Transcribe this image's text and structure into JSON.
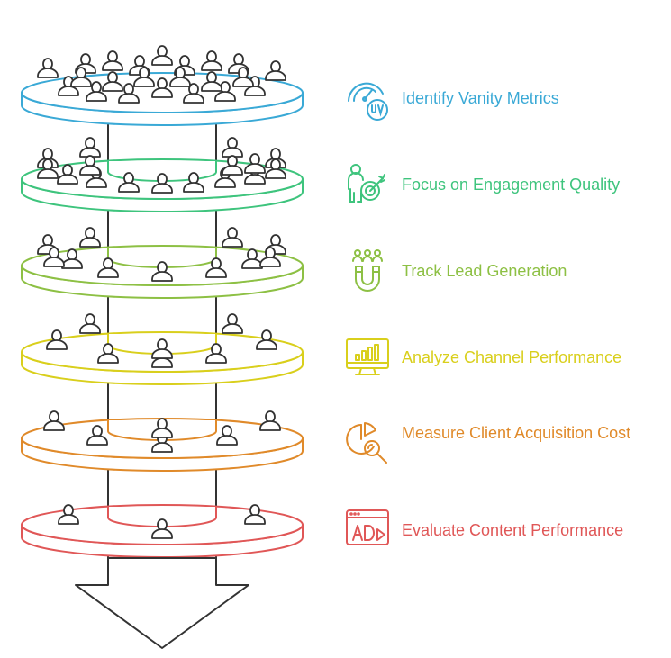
{
  "funnel": {
    "stages": [
      {
        "label": "Identify Vanity Metrics",
        "color": "#3aa9d6",
        "icon": "gauge-uv-icon",
        "people": 22
      },
      {
        "label": "Focus on Engagement Quality",
        "color": "#3ec47d",
        "icon": "person-target-icon",
        "people": 16
      },
      {
        "label": "Track Lead Generation",
        "color": "#8dc044",
        "icon": "magnet-people-icon",
        "people": 11
      },
      {
        "label": "Analyze Channel Performance",
        "color": "#d9cf1c",
        "icon": "monitor-chart-icon",
        "people": 8
      },
      {
        "label": "Measure Client Acquisition Cost",
        "color": "#e08a2a",
        "icon": "pie-magnifier-icon",
        "people": 6
      },
      {
        "label": "Evaluate Content Performance",
        "color": "#e05757",
        "icon": "ad-play-icon",
        "people": 3
      }
    ],
    "arrow_icon": "down-arrow-icon"
  }
}
